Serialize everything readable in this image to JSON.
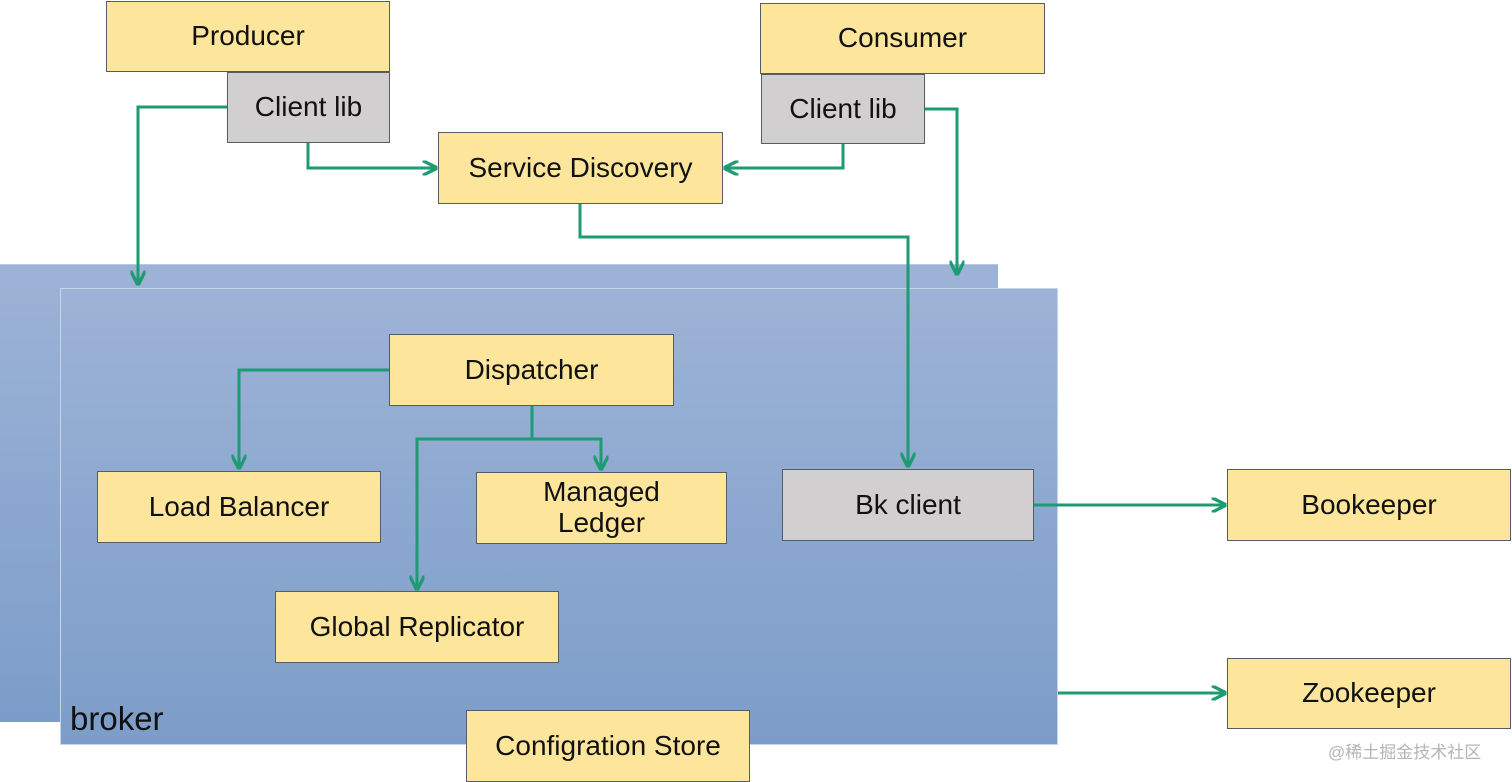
{
  "colors": {
    "component_fill": "#fde69b",
    "client_fill": "#d1cfd0",
    "broker_fill": "#8eaad3",
    "connector": "#1e9b72"
  },
  "broker": {
    "label": "broker"
  },
  "nodes": {
    "producer": "Producer",
    "producer_client_lib": "Client lib",
    "consumer": "Consumer",
    "consumer_client_lib": "Client lib",
    "service_discovery": "Service Discovery",
    "dispatcher": "Dispatcher",
    "load_balancer": "Load Balancer",
    "managed_ledger_line1": "Managed",
    "managed_ledger_line2": "Ledger",
    "global_replicator": "Global Replicator",
    "bk_client": "Bk client",
    "bookeeper": "Bookeeper",
    "zookeeper": "Zookeeper",
    "configuration_store": "Configration Store"
  },
  "edges": [
    {
      "from": "producer_client_lib",
      "to": "broker"
    },
    {
      "from": "producer_client_lib",
      "to": "service_discovery"
    },
    {
      "from": "consumer_client_lib",
      "to": "service_discovery"
    },
    {
      "from": "consumer_client_lib",
      "to": "broker"
    },
    {
      "from": "service_discovery",
      "to": "bk_client"
    },
    {
      "from": "dispatcher",
      "to": "load_balancer"
    },
    {
      "from": "dispatcher",
      "to": "managed_ledger"
    },
    {
      "from": "dispatcher",
      "to": "global_replicator"
    },
    {
      "from": "bk_client",
      "to": "bookeeper"
    },
    {
      "from": "broker",
      "to": "zookeeper"
    }
  ],
  "watermark": "@稀土掘金技术社区"
}
